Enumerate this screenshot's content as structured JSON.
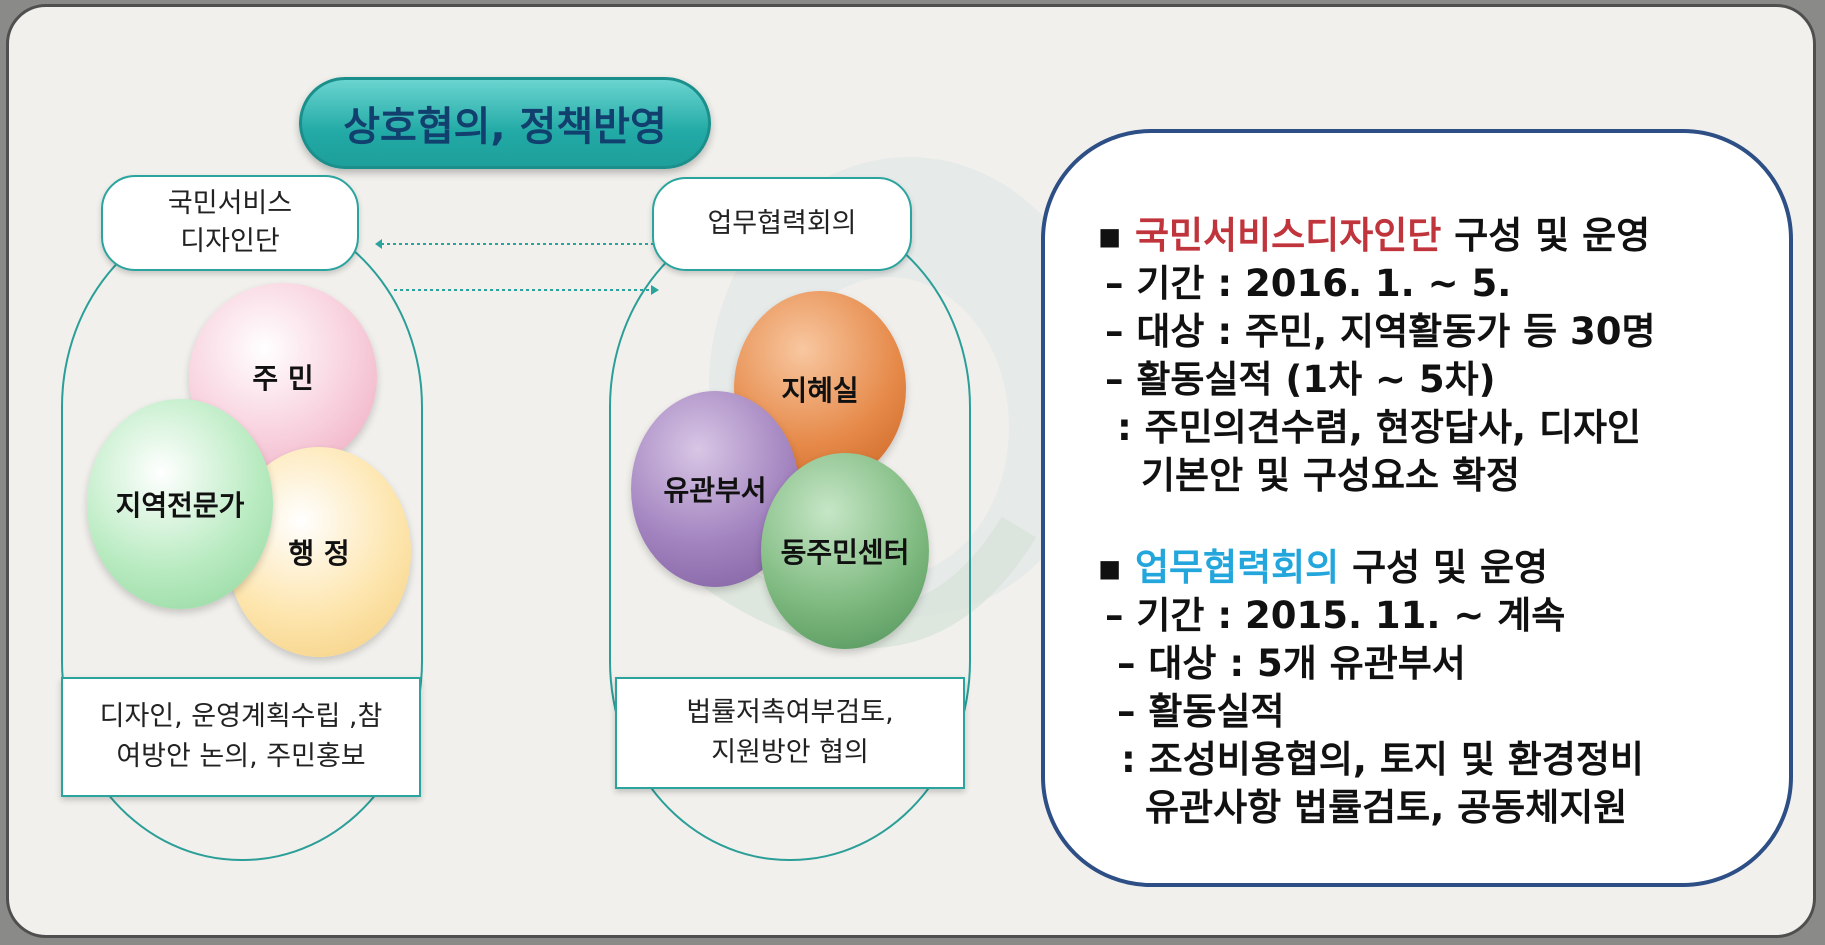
{
  "title": "상호협의, 정책반영",
  "left_group": {
    "label": "국민서비스\n디자인단",
    "members": [
      "주 민",
      "지역전문가",
      "행 정"
    ],
    "description": "디자인, 운영계획수립 ,참\n여방안 논의, 주민홍보"
  },
  "right_group": {
    "label": "업무협력회의",
    "members": [
      "지혜실",
      "유관부서",
      "동주민센터"
    ],
    "description": "법률저촉여부검토,\n지원방안 협의"
  },
  "info": {
    "section1": {
      "bullet": "▪",
      "highlight": "국민서비스디자인단",
      "heading_rest": " 구성 및 운영",
      "lines": [
        "– 기간 : 2016. 1. ~ 5.",
        "– 대상 : 주민, 지역활동가 등 30명",
        "– 활동실적 (1차 ~ 5차)",
        ": 주민의견수렴, 현장답사, 디자인",
        "기본안 및 구성요소 확정"
      ]
    },
    "section2": {
      "bullet": "▪",
      "highlight": "업무협력회의",
      "heading_rest": " 구성 및 운영",
      "lines": [
        "– 기간 : 2015. 11. ~ 계속",
        "– 대상 : 5개 유관부서",
        "– 활동실적",
        ": 조성비용협의, 토지 및 환경정비",
        "유관사항 법률검토, 공동체지원"
      ]
    }
  },
  "colors": {
    "teal": "#22aaa6",
    "navy_border": "#2d4f86",
    "highlight_red": "#c0343c",
    "highlight_cyan": "#23a6dc"
  }
}
